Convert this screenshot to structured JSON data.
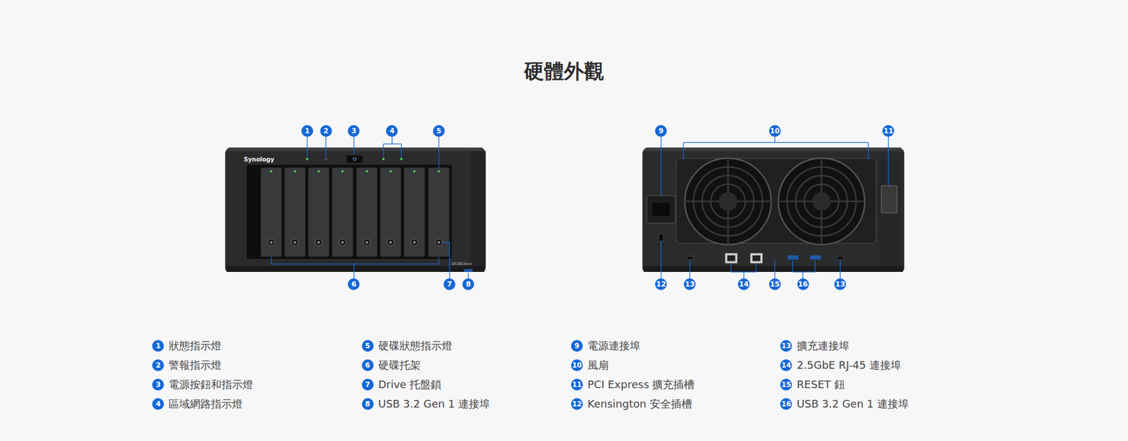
{
  "diagram": {
    "title": "硬體外觀",
    "labels": [
      "Synology",
      "DS1823xs+",
      "1",
      "2",
      "3",
      "4",
      "5",
      "6",
      "7",
      "8",
      "9",
      "10",
      "11",
      "12",
      "13",
      "14",
      "15",
      "16",
      "13",
      "1",
      "狀態指示燈",
      "2",
      "警報指示燈",
      "3",
      "電源按鈕和指示燈",
      "4",
      "區域網路指示燈",
      "5",
      "硬碟狀態指示燈",
      "6",
      "硬碟托架",
      "7",
      "Drive 托盤鎖",
      "8",
      "USB 3.2 Gen 1 連接埠",
      "9",
      "電源連接埠",
      "10",
      "風扇",
      "11",
      "PCI Express 擴充插槽",
      "12",
      "Kensington 安全插槽",
      "13",
      "擴充連接埠",
      "14",
      "2.5GbE RJ-45 連接埠",
      "15",
      "RESET 鈕",
      "16",
      "USB 3.2 Gen 1 連接埠"
    ]
  }
}
